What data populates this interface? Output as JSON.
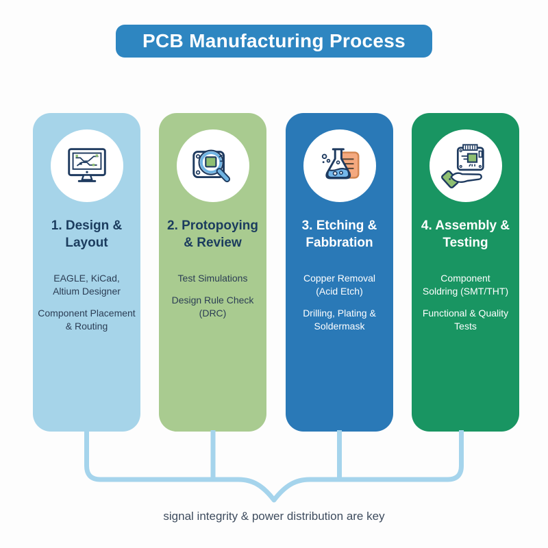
{
  "header": {
    "title": "PCB Manufacturing Process",
    "bg_color": "#2e86c1",
    "text_color": "#ffffff"
  },
  "steps": [
    {
      "title": "1. Design &\nLayout",
      "details": [
        "EAGLE, KiCad,\nAltium Designer",
        "Component Placement\n& Routing"
      ],
      "icon": "computer-monitor-pcb-icon",
      "bg_color": "#a6d4e9",
      "title_color": "#1b3c5e",
      "body_color": "#2b3d54"
    },
    {
      "title": "2. Protopoying\n& Review",
      "details": [
        "Test Simulations",
        "Design Rule Check (DRC)"
      ],
      "icon": "magnifier-pcb-icon",
      "bg_color": "#a9cb90",
      "title_color": "#1b3c5e",
      "body_color": "#2b3d54"
    },
    {
      "title": "3. Etching &\nFabbration",
      "details": [
        "Copper Removal\n(Acid Etch)",
        "Drilling, Plating &\nSoldermask"
      ],
      "icon": "flask-icon",
      "bg_color": "#2a79b7",
      "title_color": "#ffffff",
      "body_color": "#ffffff"
    },
    {
      "title": "4. Assembly &\nTesting",
      "details": [
        "Component\nSoldring (SMT/THT)",
        "Functional & Quality Tests"
      ],
      "icon": "hand-holding-pcb-icon",
      "bg_color": "#199562",
      "title_color": "#ffffff",
      "body_color": "#ffffff"
    }
  ],
  "connector": {
    "color": "#a5d4ec"
  },
  "footer": {
    "note": "signal integrity & power distribution are key"
  }
}
